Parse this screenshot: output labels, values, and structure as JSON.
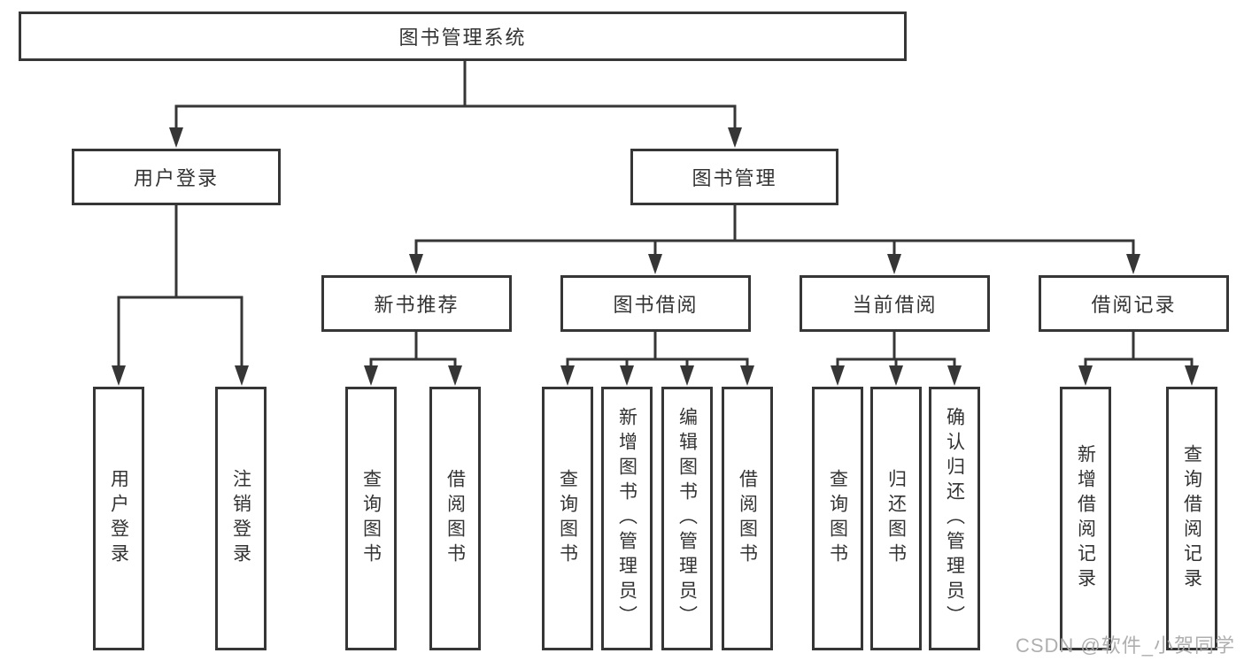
{
  "tree": {
    "root": {
      "label": "图书管理系统"
    },
    "level1": [
      {
        "label": "用户登录"
      },
      {
        "label": "图书管理"
      }
    ],
    "level2": [
      {
        "label": "新书推荐"
      },
      {
        "label": "图书借阅"
      },
      {
        "label": "当前借阅"
      },
      {
        "label": "借阅记录"
      }
    ],
    "leaves": {
      "login": [
        {
          "label": "用户登录"
        },
        {
          "label": "注销登录"
        }
      ],
      "recommend": [
        {
          "label": "查询图书"
        },
        {
          "label": "借阅图书"
        }
      ],
      "borrow": [
        {
          "label": "查询图书"
        },
        {
          "label": "新增图书（管理员）"
        },
        {
          "label": "编辑图书（管理员）"
        },
        {
          "label": "借阅图书"
        }
      ],
      "current": [
        {
          "label": "查询图书"
        },
        {
          "label": "归还图书"
        },
        {
          "label": "确认归还（管理员）"
        }
      ],
      "records": [
        {
          "label": "新增借阅记录"
        },
        {
          "label": "查询借阅记录"
        }
      ]
    }
  },
  "watermark": {
    "text": "CSDN @软件_小贺同学"
  },
  "colors": {
    "line": "#363636",
    "box_border": "#363636",
    "text": "#333333",
    "watermark": "#a8a8a8",
    "background": "#ffffff"
  }
}
